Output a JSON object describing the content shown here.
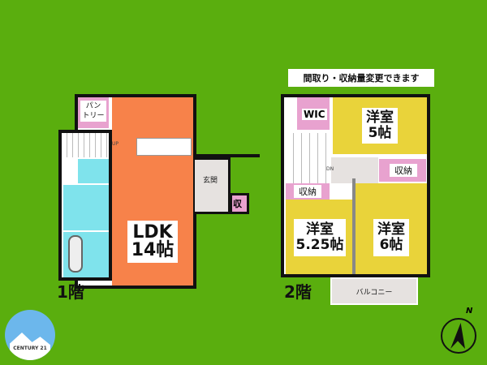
{
  "banner": "間取り・収納量変更できます",
  "floor1": {
    "label": "1階",
    "pantry": "パン\nトリー",
    "ldk": "LDK",
    "ldk_size": "14帖",
    "entrance": "玄関",
    "storage": "収",
    "up": "UP"
  },
  "floor2": {
    "label": "2階",
    "wic": "WIC",
    "room1": "洋室",
    "room1_size": "5帖",
    "storage_right": "収納",
    "storage_left": "収納",
    "room2": "洋室",
    "room2_size": "5.25帖",
    "room3": "洋室",
    "room3_size": "6帖",
    "balcony": "バルコニー",
    "dn": "DN"
  },
  "logo": {
    "text": "CENTURY 21"
  },
  "compass": {
    "label": "N"
  }
}
